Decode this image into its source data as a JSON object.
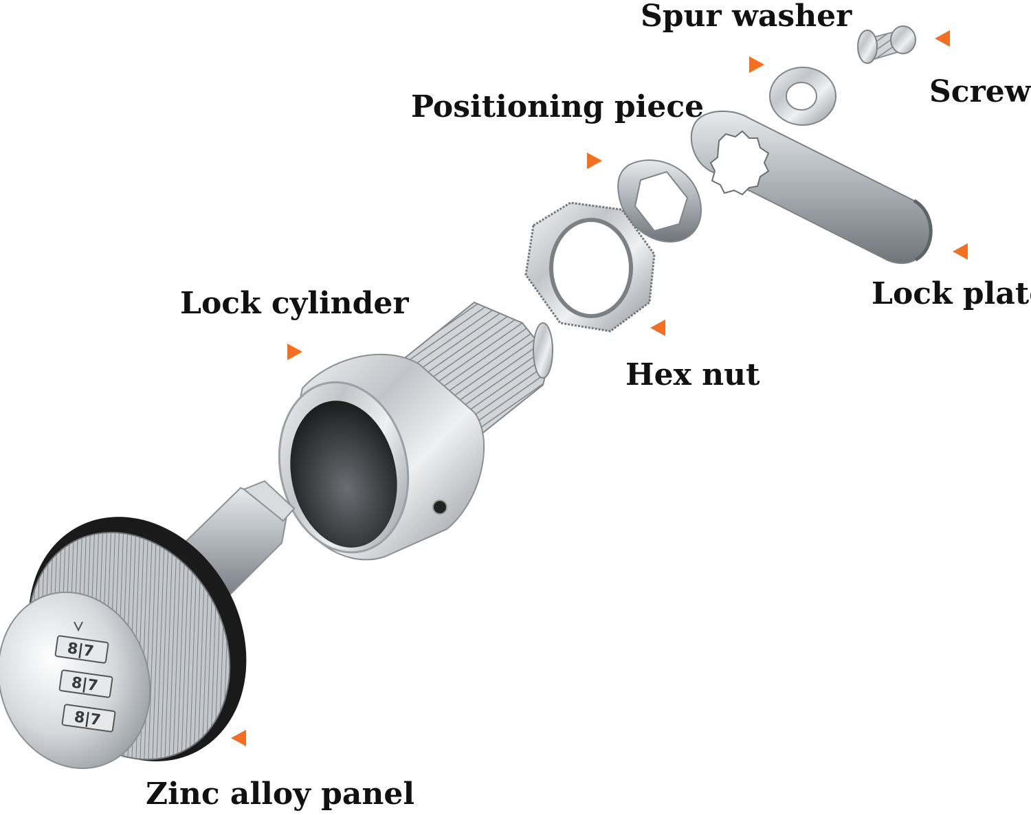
{
  "labels": {
    "spur_washer": "Spur washer",
    "screw": "Screw",
    "positioning_piece": "Positioning piece",
    "lock_plate": "Lock plate",
    "lock_cylinder": "Lock cylinder",
    "hex_nut": "Hex nut",
    "zinc_alloy_panel": "Zinc alloy panel"
  },
  "dial_digits": {
    "row1": "8|7",
    "row2": "8|7",
    "row3": "8|7"
  },
  "colors": {
    "arrow": "#f36f21",
    "text": "#111111",
    "metal": "#c9ccd0",
    "ring": "#1a1a1a"
  }
}
